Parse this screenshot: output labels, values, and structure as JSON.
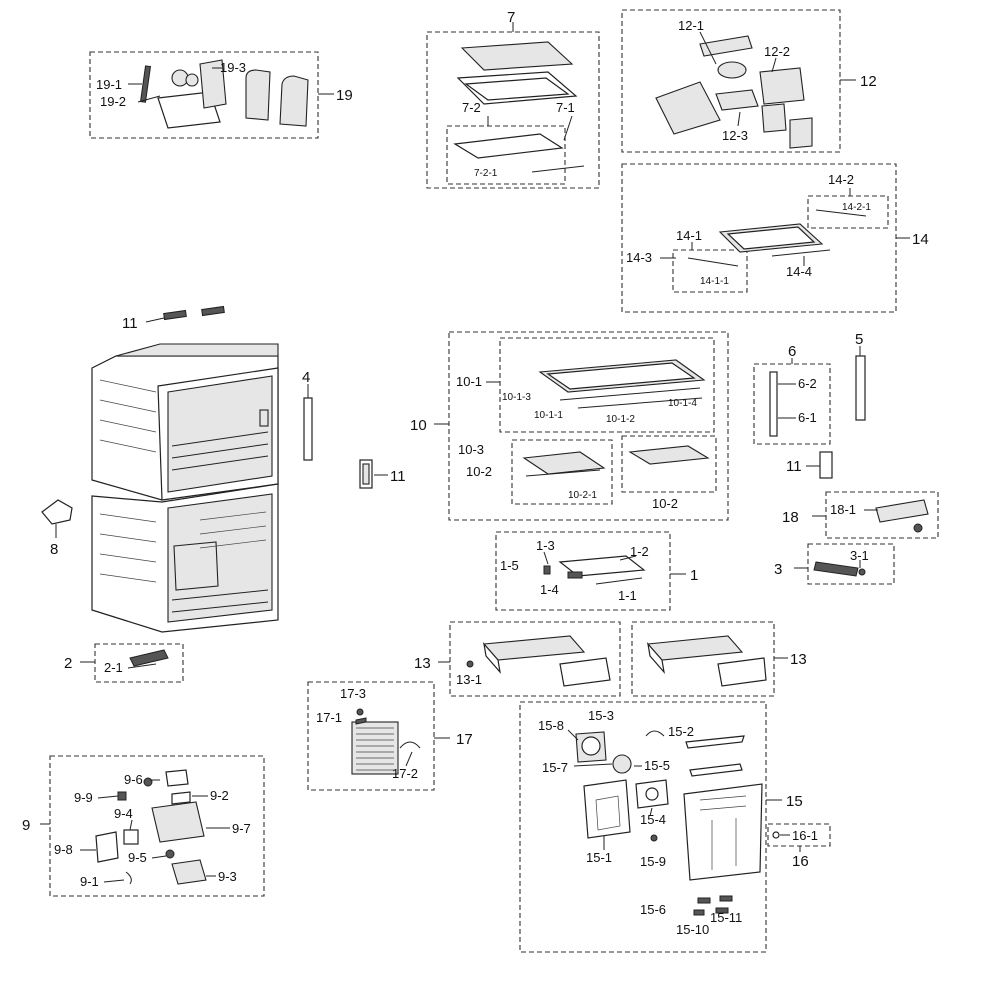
{
  "groups": {
    "g1": {
      "main": "1",
      "subs": [
        "1-2",
        "1-3",
        "1-4",
        "1-5",
        "1-1"
      ]
    },
    "g2": {
      "main": "2",
      "subs": [
        "2-1"
      ]
    },
    "g3": {
      "main": "3",
      "subs": [
        "3-1"
      ]
    },
    "g4": {
      "main": "4"
    },
    "g5": {
      "main": "5"
    },
    "g6": {
      "main": "6",
      "subs": [
        "6-2",
        "6-1"
      ]
    },
    "g7": {
      "main": "7",
      "subs": [
        "7-1",
        "7-2",
        "7-2-1"
      ]
    },
    "g8": {
      "main": "8"
    },
    "g9": {
      "main": "9",
      "subs": [
        "9-1",
        "9-2",
        "9-3",
        "9-4",
        "9-5",
        "9-6",
        "9-7",
        "9-8",
        "9-9"
      ]
    },
    "g10": {
      "main": "10",
      "subs": [
        "10-1",
        "10-1-1",
        "10-1-2",
        "10-1-3",
        "10-1-4",
        "10-2",
        "10-2",
        "10-2-1",
        "10-3"
      ]
    },
    "g11": {
      "main": "11"
    },
    "g12": {
      "main": "12",
      "subs": [
        "12-1",
        "12-2",
        "12-3"
      ]
    },
    "g13": {
      "main": "13",
      "subs": [
        "13-1"
      ]
    },
    "g14": {
      "main": "14",
      "subs": [
        "14-1",
        "14-1-1",
        "14-2",
        "14-2-1",
        "14-3",
        "14-4"
      ]
    },
    "g15": {
      "main": "15",
      "subs": [
        "15-1",
        "15-2",
        "15-3",
        "15-4",
        "15-5",
        "15-6",
        "15-7",
        "15-8",
        "15-9",
        "15-10",
        "15-11"
      ]
    },
    "g16": {
      "main": "16",
      "subs": [
        "16-1"
      ]
    },
    "g17": {
      "main": "17",
      "subs": [
        "17-1",
        "17-2",
        "17-3"
      ]
    },
    "g18": {
      "main": "18",
      "subs": [
        "18-1"
      ]
    },
    "g19": {
      "main": "19",
      "subs": [
        "19-1",
        "19-2",
        "19-3"
      ]
    }
  }
}
